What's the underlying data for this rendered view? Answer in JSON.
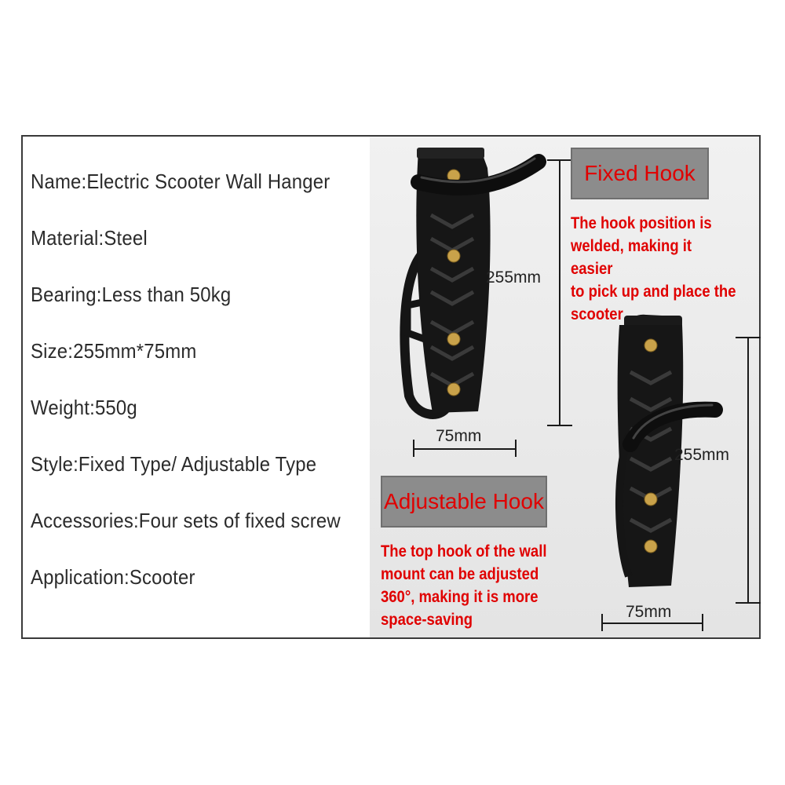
{
  "specs": {
    "name": "Name:Electric Scooter Wall Hanger",
    "material": "Material:Steel",
    "bearing": "Bearing:Less than 50kg",
    "size": "Size:255mm*75mm",
    "weight": "Weight:550g",
    "style": "Style:Fixed Type/ Adjustable Type",
    "accessories": "Accessories:Four sets of fixed screw",
    "application": "Application:Scooter"
  },
  "fixed": {
    "title": "Fixed Hook",
    "line1": "The hook position is",
    "line2": "welded, making it easier",
    "line3": "to pick up and place the",
    "line4": "scooter",
    "height_label": "255mm",
    "width_label": "75mm"
  },
  "adjustable": {
    "title": "Adjustable Hook",
    "line1": "The top hook of the wall",
    "line2": "mount can be adjusted",
    "line3": "360°, making it is more",
    "line4": "space-saving",
    "height_label": "255mm",
    "width_label": "75mm"
  },
  "colors": {
    "accent_red": "#e00000",
    "title_box": "#8c8c8c",
    "hook_black": "#111111",
    "screw_gold": "#c9a24a"
  }
}
